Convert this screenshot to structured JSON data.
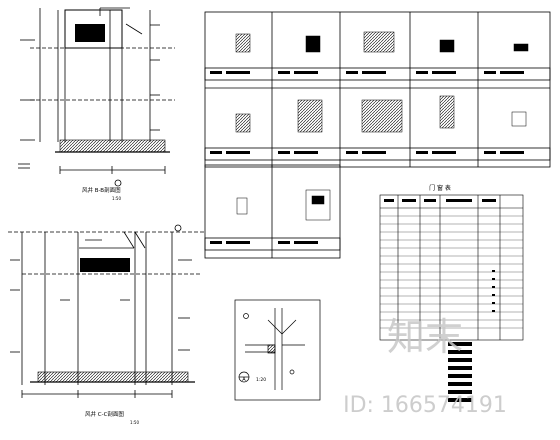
{
  "drawing": {
    "section_1_title": "风井 B-B剖面图",
    "section_1_scale": "1:50",
    "section_2_title": "风井 C-C剖面图",
    "section_2_scale": "1:50",
    "door_schedule_title": "门 窗 表",
    "detail_callout": "A",
    "detail_scale": "1:20"
  },
  "watermark": {
    "logo_text": "知末",
    "id_text": "ID: 166574191"
  },
  "colors": {
    "line": "#000000",
    "watermark": "#c8c8c8",
    "background": "#ffffff"
  }
}
